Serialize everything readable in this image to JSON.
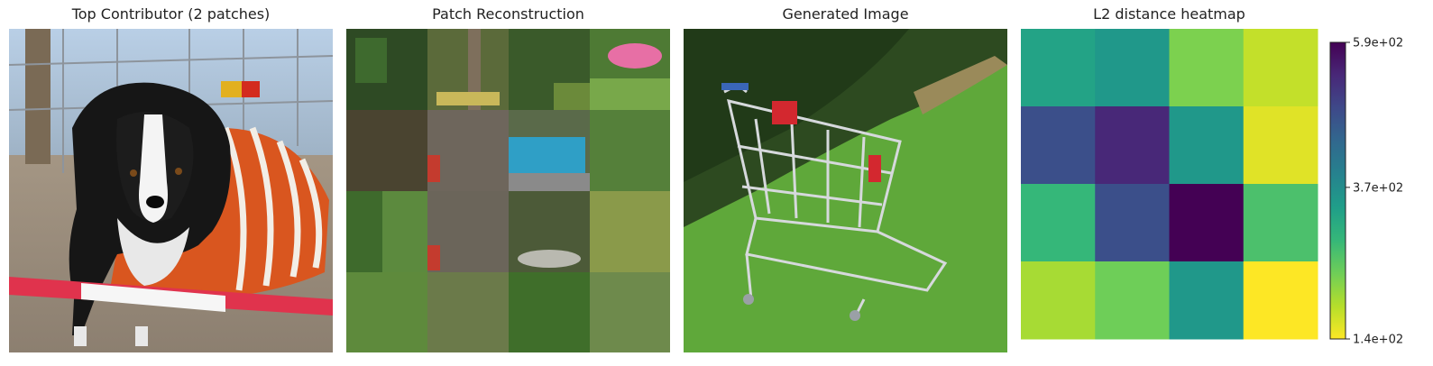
{
  "panels": {
    "contributor": {
      "title": "Top Contributor (2 patches)"
    },
    "reconstruction": {
      "title": "Patch Reconstruction"
    },
    "generated": {
      "title": "Generated Image"
    }
  },
  "chart_data": {
    "type": "heatmap",
    "title": "L2 distance heatmap",
    "rows": 4,
    "cols": 4,
    "values": [
      [
        330,
        350,
        230,
        180
      ],
      [
        480,
        540,
        350,
        160
      ],
      [
        290,
        480,
        590,
        270
      ],
      [
        200,
        240,
        350,
        140
      ]
    ],
    "colorbar": {
      "min": 140,
      "max": 590,
      "ticks": [
        {
          "value": 590,
          "label": "5.9e+02"
        },
        {
          "value": 370,
          "label": "3.7e+02"
        },
        {
          "value": 140,
          "label": "1.4e+02"
        }
      ],
      "colormap": "viridis_r"
    }
  },
  "colors": {
    "viridis": [
      "#440154",
      "#482878",
      "#3e4989",
      "#31688e",
      "#26828e",
      "#1f9e89",
      "#35b779",
      "#6ece58",
      "#b5de2b",
      "#fde725"
    ]
  }
}
